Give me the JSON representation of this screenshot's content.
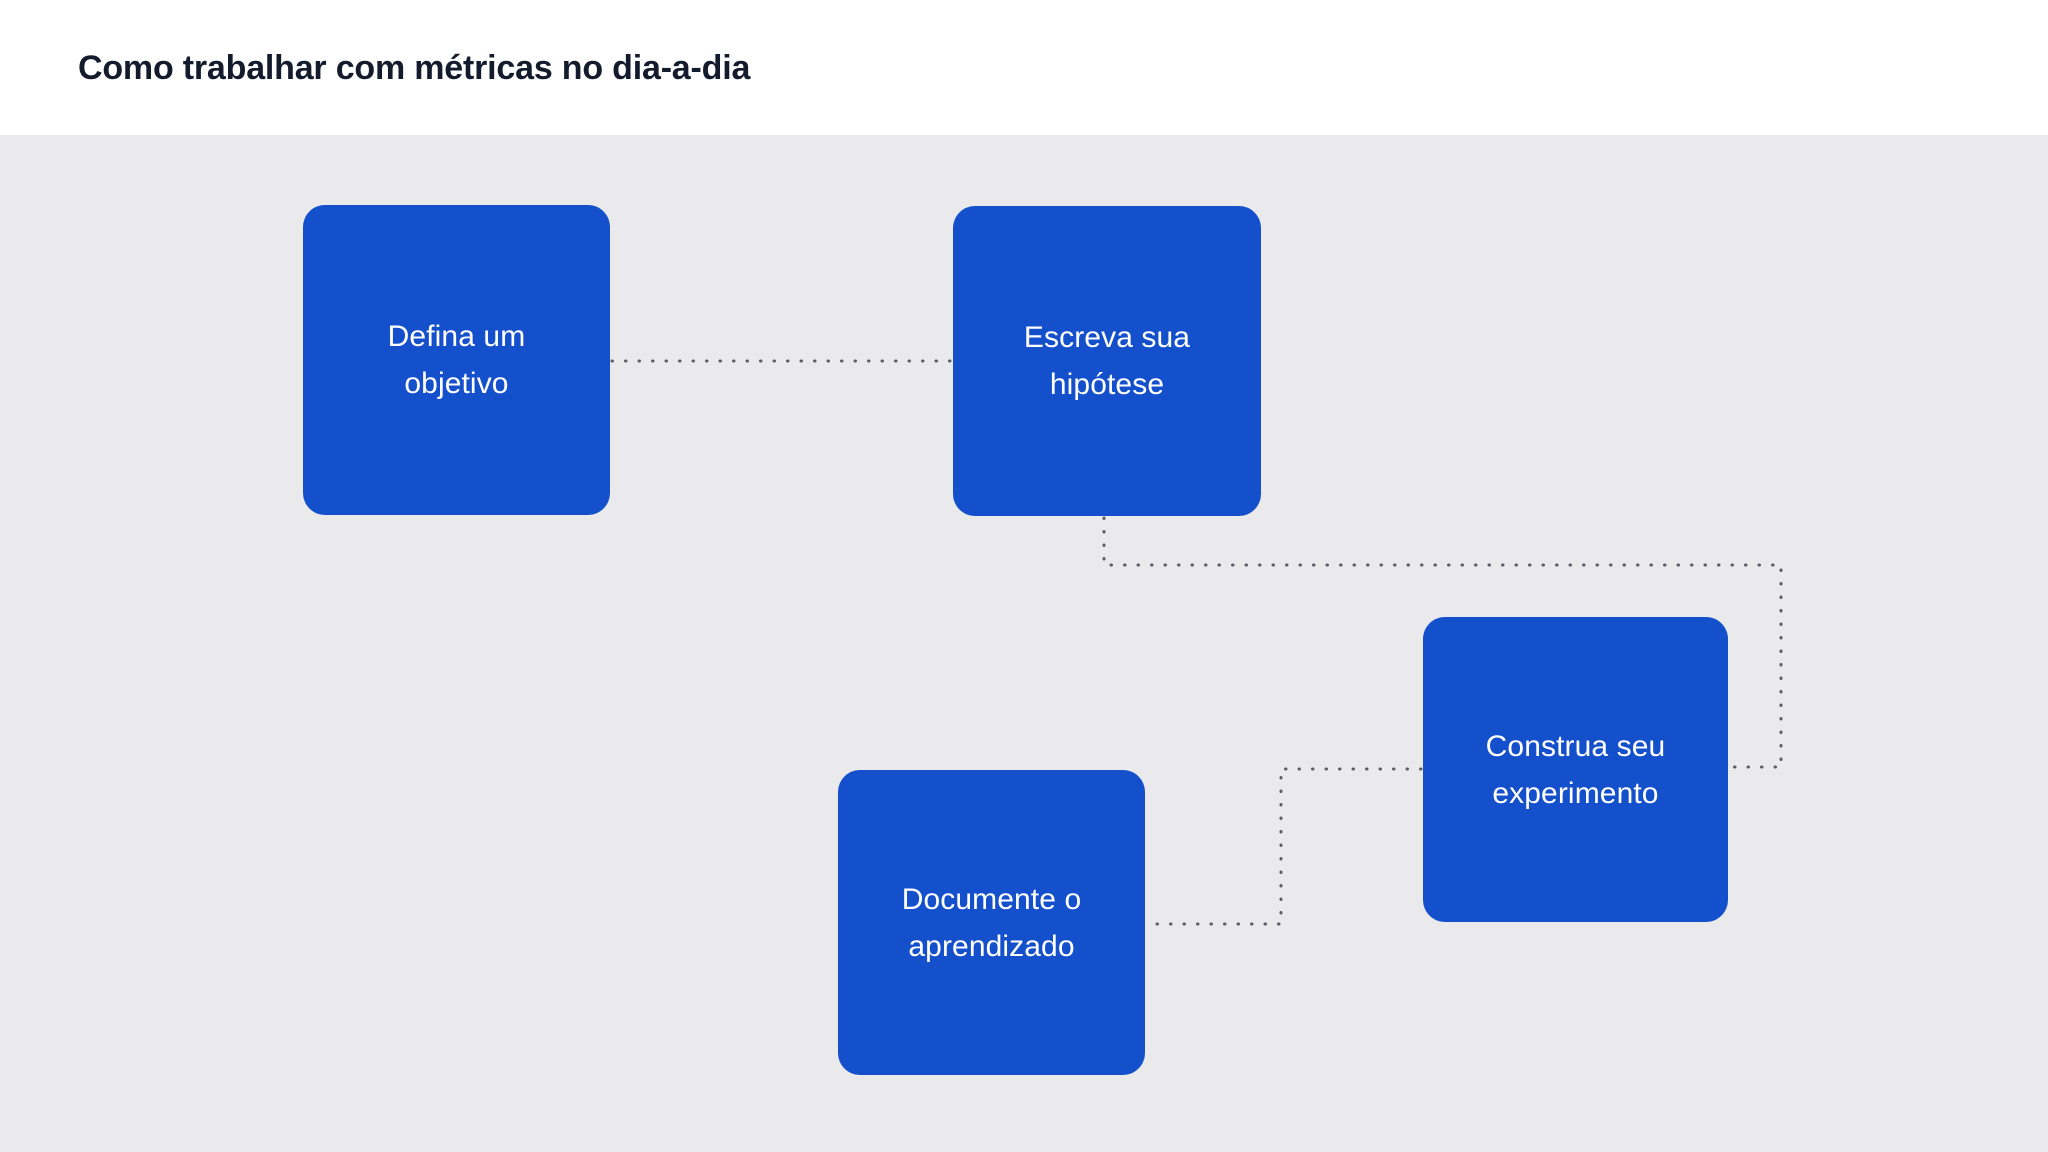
{
  "header": {
    "title": "Como trabalhar com métricas no dia-a-dia"
  },
  "colors": {
    "node_fill": "#1450cc",
    "node_text": "#ffffff",
    "canvas_background": "#eae9ec",
    "header_background": "#ffffff",
    "title_text": "#141b2d",
    "connector": "#5c5c66"
  },
  "diagram": {
    "type": "flowchart",
    "orientation": "left-to-right-serpentine",
    "nodes": [
      {
        "id": "objetivo",
        "order": 1,
        "label": "Defina um\nobjetivo",
        "line1": "Defina um",
        "line2": "objetivo"
      },
      {
        "id": "hipotese",
        "order": 2,
        "label": "Escreva sua\nhipótese",
        "line1": "Escreva sua",
        "line2": "hipótese"
      },
      {
        "id": "experimento",
        "order": 3,
        "label": "Construa seu\nexperimento",
        "line1": "Construa seu",
        "line2": "experimento"
      },
      {
        "id": "documente",
        "order": 4,
        "label": "Documente o\naprendizado",
        "line1": "Documente o",
        "line2": "aprendizado"
      }
    ],
    "edges": [
      {
        "id": "edge-1",
        "from": "objetivo",
        "to": "hipotese",
        "style": "dotted"
      },
      {
        "id": "edge-2",
        "from": "hipotese",
        "to": "experimento",
        "style": "dotted"
      },
      {
        "id": "edge-3",
        "from": "experimento",
        "to": "documente",
        "style": "dotted"
      }
    ]
  }
}
